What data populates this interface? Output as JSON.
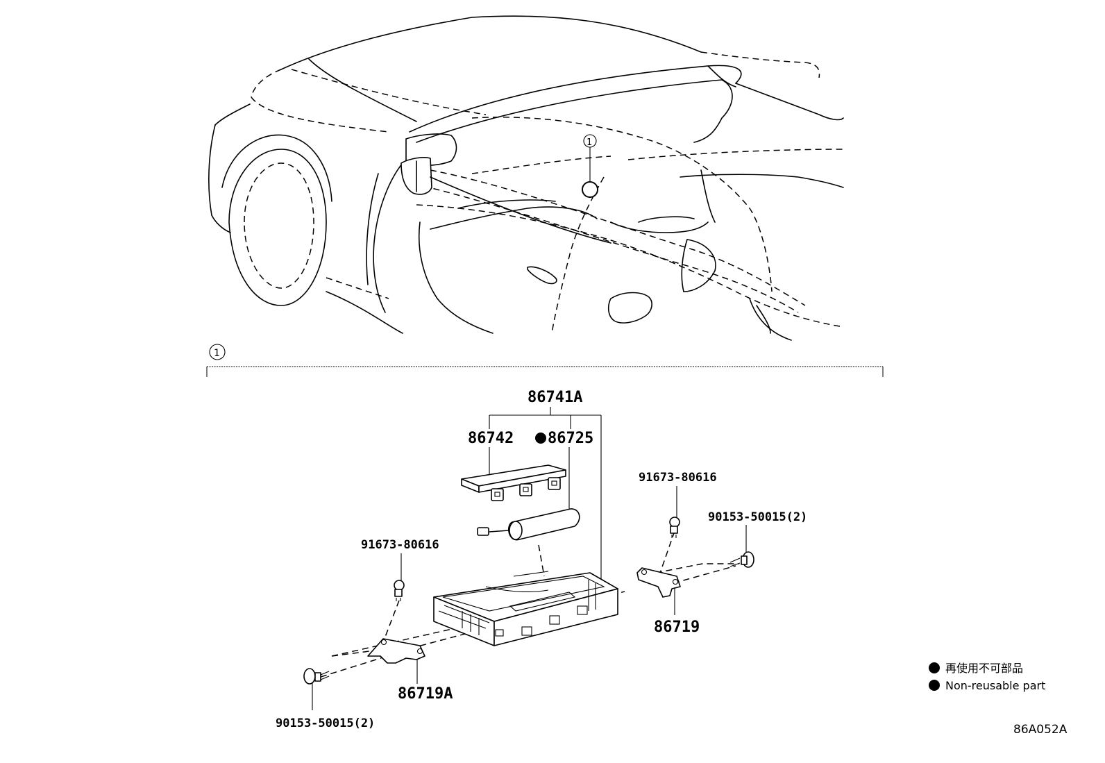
{
  "callouts": {
    "vehicle_ref": "1",
    "section_ref": "1"
  },
  "labels": {
    "p86741A": "86741A",
    "p86742": "86742",
    "p86725": "86725",
    "p91673_right": "91673-80616",
    "p90153_right": "90153-50015(2)",
    "p91673_left": "91673-80616",
    "p86719": "86719",
    "p86719A": "86719A",
    "p90153_left": "90153-50015(2)"
  },
  "legend": {
    "jp": "再使用不可部品",
    "en": "Non-reusable part"
  },
  "diagram_code": "86A052A"
}
